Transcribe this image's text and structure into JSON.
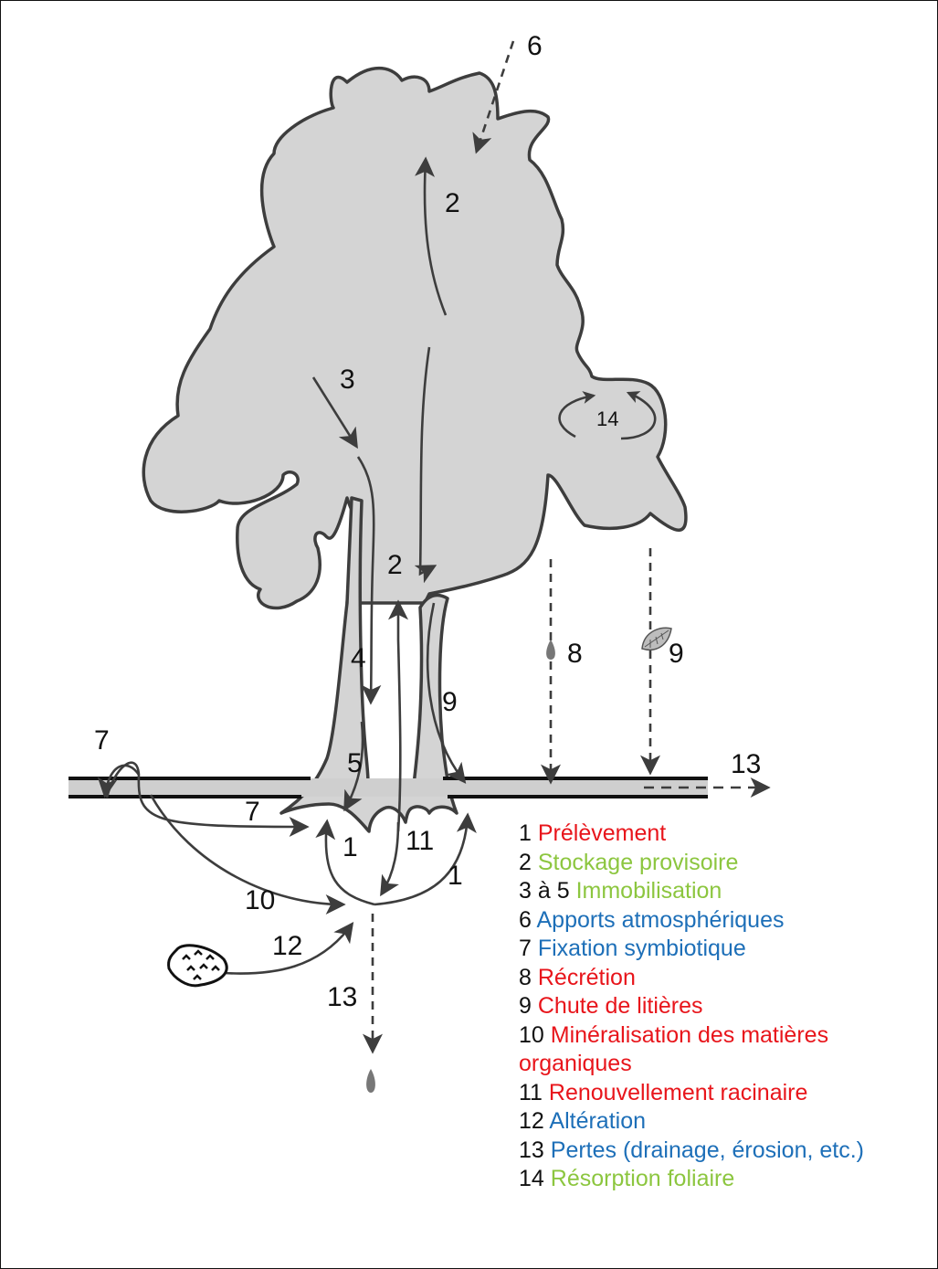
{
  "colors": {
    "red": "#e8151b",
    "green": "#8cc63f",
    "blue": "#1d6fb8",
    "canopy": "#d4d4d4",
    "stroke": "#3d3d3d"
  },
  "diagram": {
    "labels": {
      "n1a": "1",
      "n1b": "1",
      "n2a": "2",
      "n2b": "2",
      "n3": "3",
      "n4": "4",
      "n5": "5",
      "n6": "6",
      "n7a": "7",
      "n7b": "7",
      "n8": "8",
      "n9a": "9",
      "n9b": "9",
      "n10": "10",
      "n11": "11",
      "n12": "12",
      "n13a": "13",
      "n13b": "13",
      "n14": "14"
    },
    "icons": [
      "droplet-icon",
      "leaf-icon",
      "rock-icon"
    ]
  },
  "legend": [
    {
      "num": "1",
      "text": "Prélèvement",
      "color": "red"
    },
    {
      "num": "2",
      "text": "Stockage provisoire",
      "color": "green"
    },
    {
      "num": "3 à 5",
      "text": "Immobilisation",
      "color": "green"
    },
    {
      "num": "6",
      "text": "Apports atmosphériques",
      "color": "blue"
    },
    {
      "num": "7",
      "text": "Fixation symbiotique",
      "color": "blue"
    },
    {
      "num": "8",
      "text": "Récrétion",
      "color": "red"
    },
    {
      "num": "9",
      "text": "Chute de litières",
      "color": "red"
    },
    {
      "num": "10",
      "text": "Minéralisation des matières organiques",
      "color": "red"
    },
    {
      "num": "11",
      "text": "Renouvellement racinaire",
      "color": "red"
    },
    {
      "num": "12",
      "text": "Altération",
      "color": "blue"
    },
    {
      "num": "13",
      "text": "Pertes (drainage, érosion, etc.)",
      "color": "blue"
    },
    {
      "num": "14",
      "text": "Résorption foliaire",
      "color": "green"
    }
  ]
}
